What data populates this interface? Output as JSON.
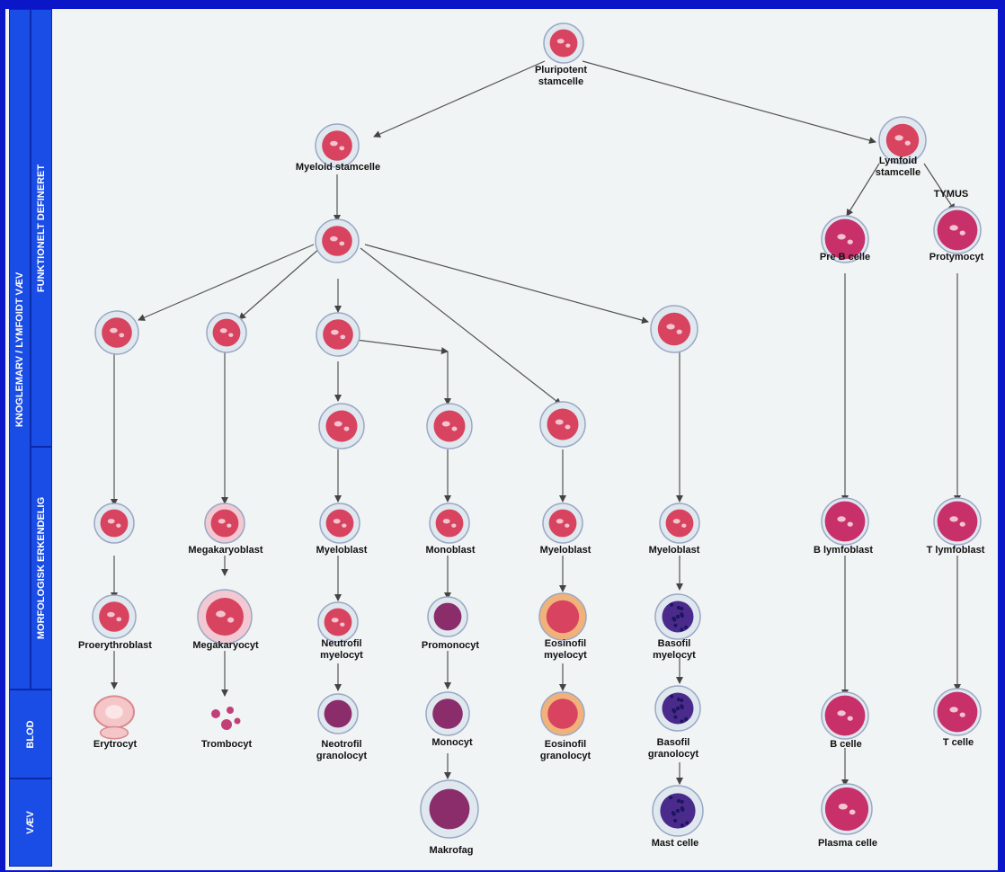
{
  "bands": {
    "tissue": "KNOGLEMARV / LYMFOIDT VÆV",
    "functional": "FUNKTIONELT DEFINERET",
    "morphological": "MORFOLOGISK ERKENDELIG",
    "blood": "BLOD",
    "tissue2": "VÆV"
  },
  "labels": {
    "pluripotent": "Pluripotent\nstamcelle",
    "myeloid_stem": "Myeloid stamcelle",
    "lymfoid_stem": "Lymfoid\nstamcelle",
    "tymus": "TYMUS",
    "pre_b": "Pre B celle",
    "protymocyt": "Protymocyt",
    "megakaryoblast": "Megakaryoblast",
    "myeloblast_1": "Myeloblast",
    "monoblast": "Monoblast",
    "myeloblast_2": "Myeloblast",
    "myeloblast_3": "Myeloblast",
    "b_lymfoblast": "B lymfoblast",
    "t_lymfoblast": "T lymfoblast",
    "proerythroblast": "Proerythroblast",
    "megakaryocyt": "Megakaryocyt",
    "neutrofil_myelocyt": "Neutrofil\nmyelocyt",
    "promonocyt": "Promonocyt",
    "eosinofil_myelocyt": "Eosinofil\nmyelocyt",
    "basofil_myelocyt": "Basofil\nmyelocyt",
    "erytrocyt": "Erytrocyt",
    "trombocyt": "Trombocyt",
    "neotrofil_granolocyt": "Neotrofil\ngranolocyt",
    "monocyt": "Monocyt",
    "eosinofil_granolocyt": "Eosinofil\ngranolocyt",
    "basofil_granolocyt": "Basofil\ngranolocyt",
    "b_celle": "B celle",
    "t_celle": "T celle",
    "makrofag": "Makrofag",
    "mast_celle": "Mast celle",
    "plasma_celle": "Plasma celle"
  },
  "colors": {
    "background_blue": "#0a16c8",
    "band_blue": "#1a4de6",
    "cell_pink": "#d8435f",
    "cell_membrane": "#dfe7ef",
    "basophil_purple": "#4a2a8a"
  }
}
